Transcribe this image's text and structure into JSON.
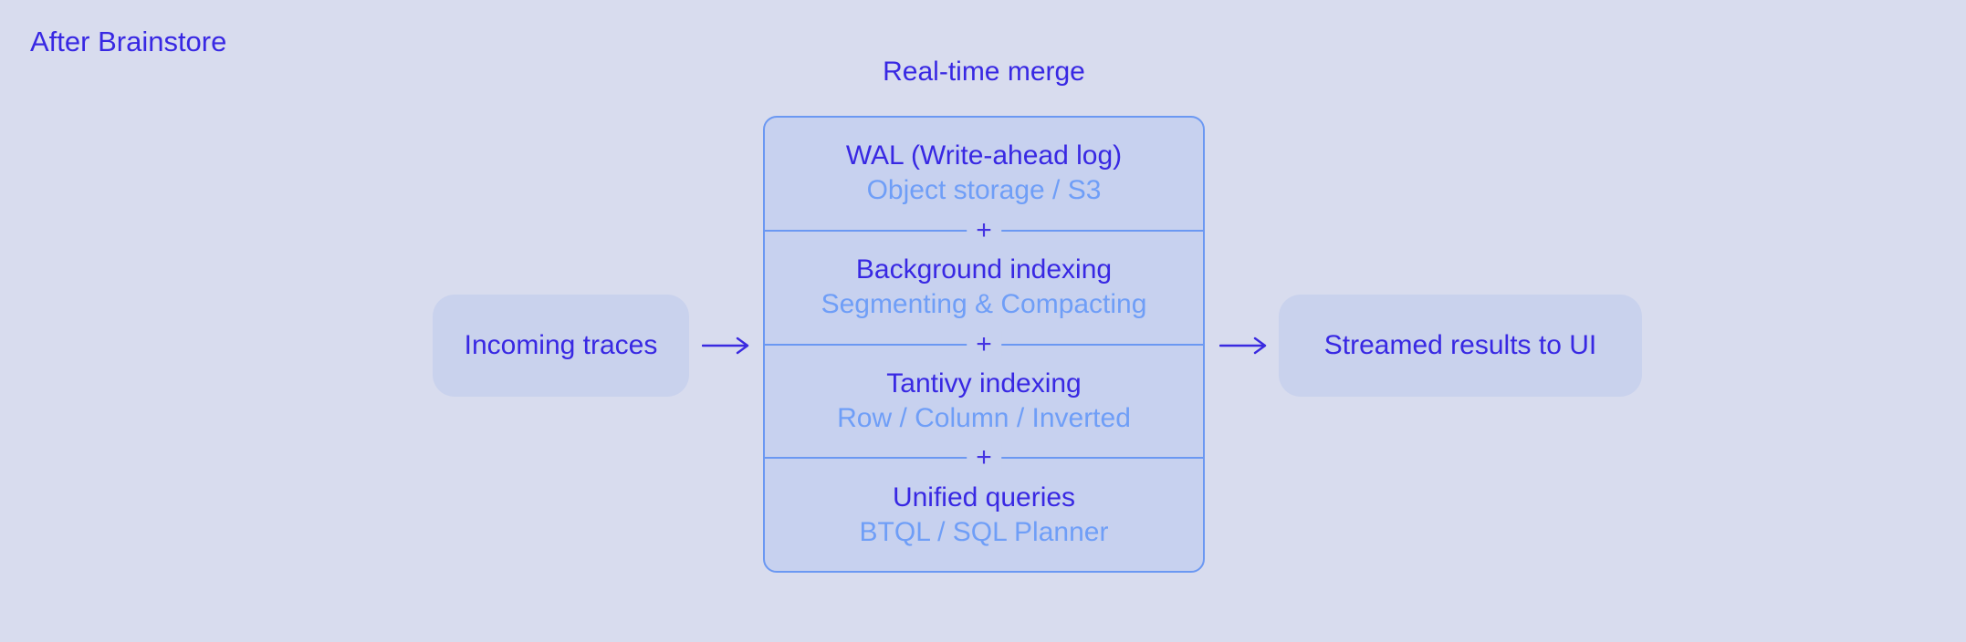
{
  "colors": {
    "background": "#d8dcee",
    "box_fill": "#c7d1ef",
    "node_fill": "#c9d2ed",
    "border": "#6b98f2",
    "text_primary": "#3828e3",
    "text_secondary": "#6f9ef7",
    "plus": "#4433e2",
    "arrow": "#3a2ae0"
  },
  "header": {
    "label": "After Brainstore"
  },
  "diagram": {
    "title": "Real-time merge",
    "input_node": {
      "label": "Incoming traces"
    },
    "output_node": {
      "label": "Streamed results to UI"
    },
    "arrow_icon": "arrow-right-icon",
    "merge_box": {
      "separator": "+",
      "sections": [
        {
          "title": "WAL (Write-ahead log)",
          "subtitle": "Object storage / S3"
        },
        {
          "title": "Background indexing",
          "subtitle": "Segmenting & Compacting"
        },
        {
          "title": "Tantivy indexing",
          "subtitle": "Row / Column / Inverted"
        },
        {
          "title": "Unified queries",
          "subtitle": "BTQL / SQL Planner"
        }
      ]
    }
  }
}
